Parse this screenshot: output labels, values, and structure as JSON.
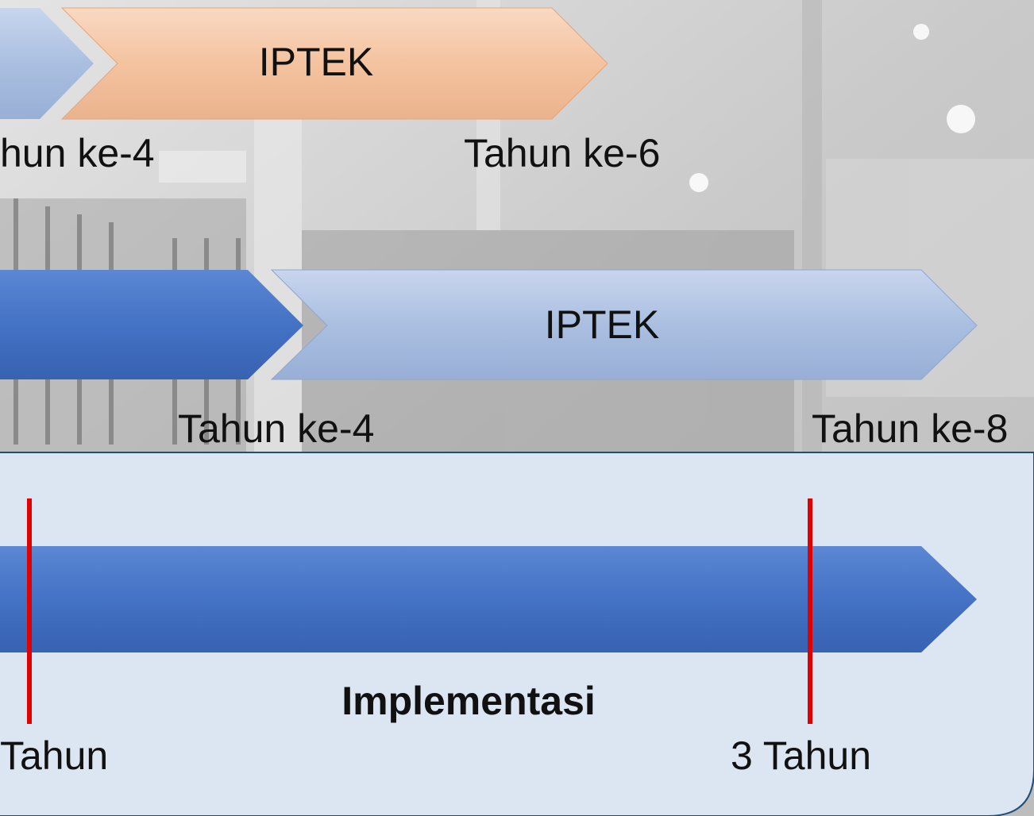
{
  "row1": {
    "arrow_label": "IPTEK",
    "left_label": "hun ke-4",
    "right_label": "Tahun ke-6"
  },
  "row2": {
    "arrow_label": "IPTEK",
    "left_label": "Tahun ke-4",
    "right_label": "Tahun ke-8"
  },
  "panel": {
    "title": "Implementasi",
    "left_label": "Tahun",
    "right_label": "3 Tahun"
  },
  "colors": {
    "orange_arrow": "#f4c6a4",
    "light_blue_arrow": "#a9bedf",
    "dark_blue_arrow": "#4472c4",
    "panel_fill": "#dce6f2",
    "panel_border": "#1f4e79",
    "marker_red": "#e00000"
  }
}
